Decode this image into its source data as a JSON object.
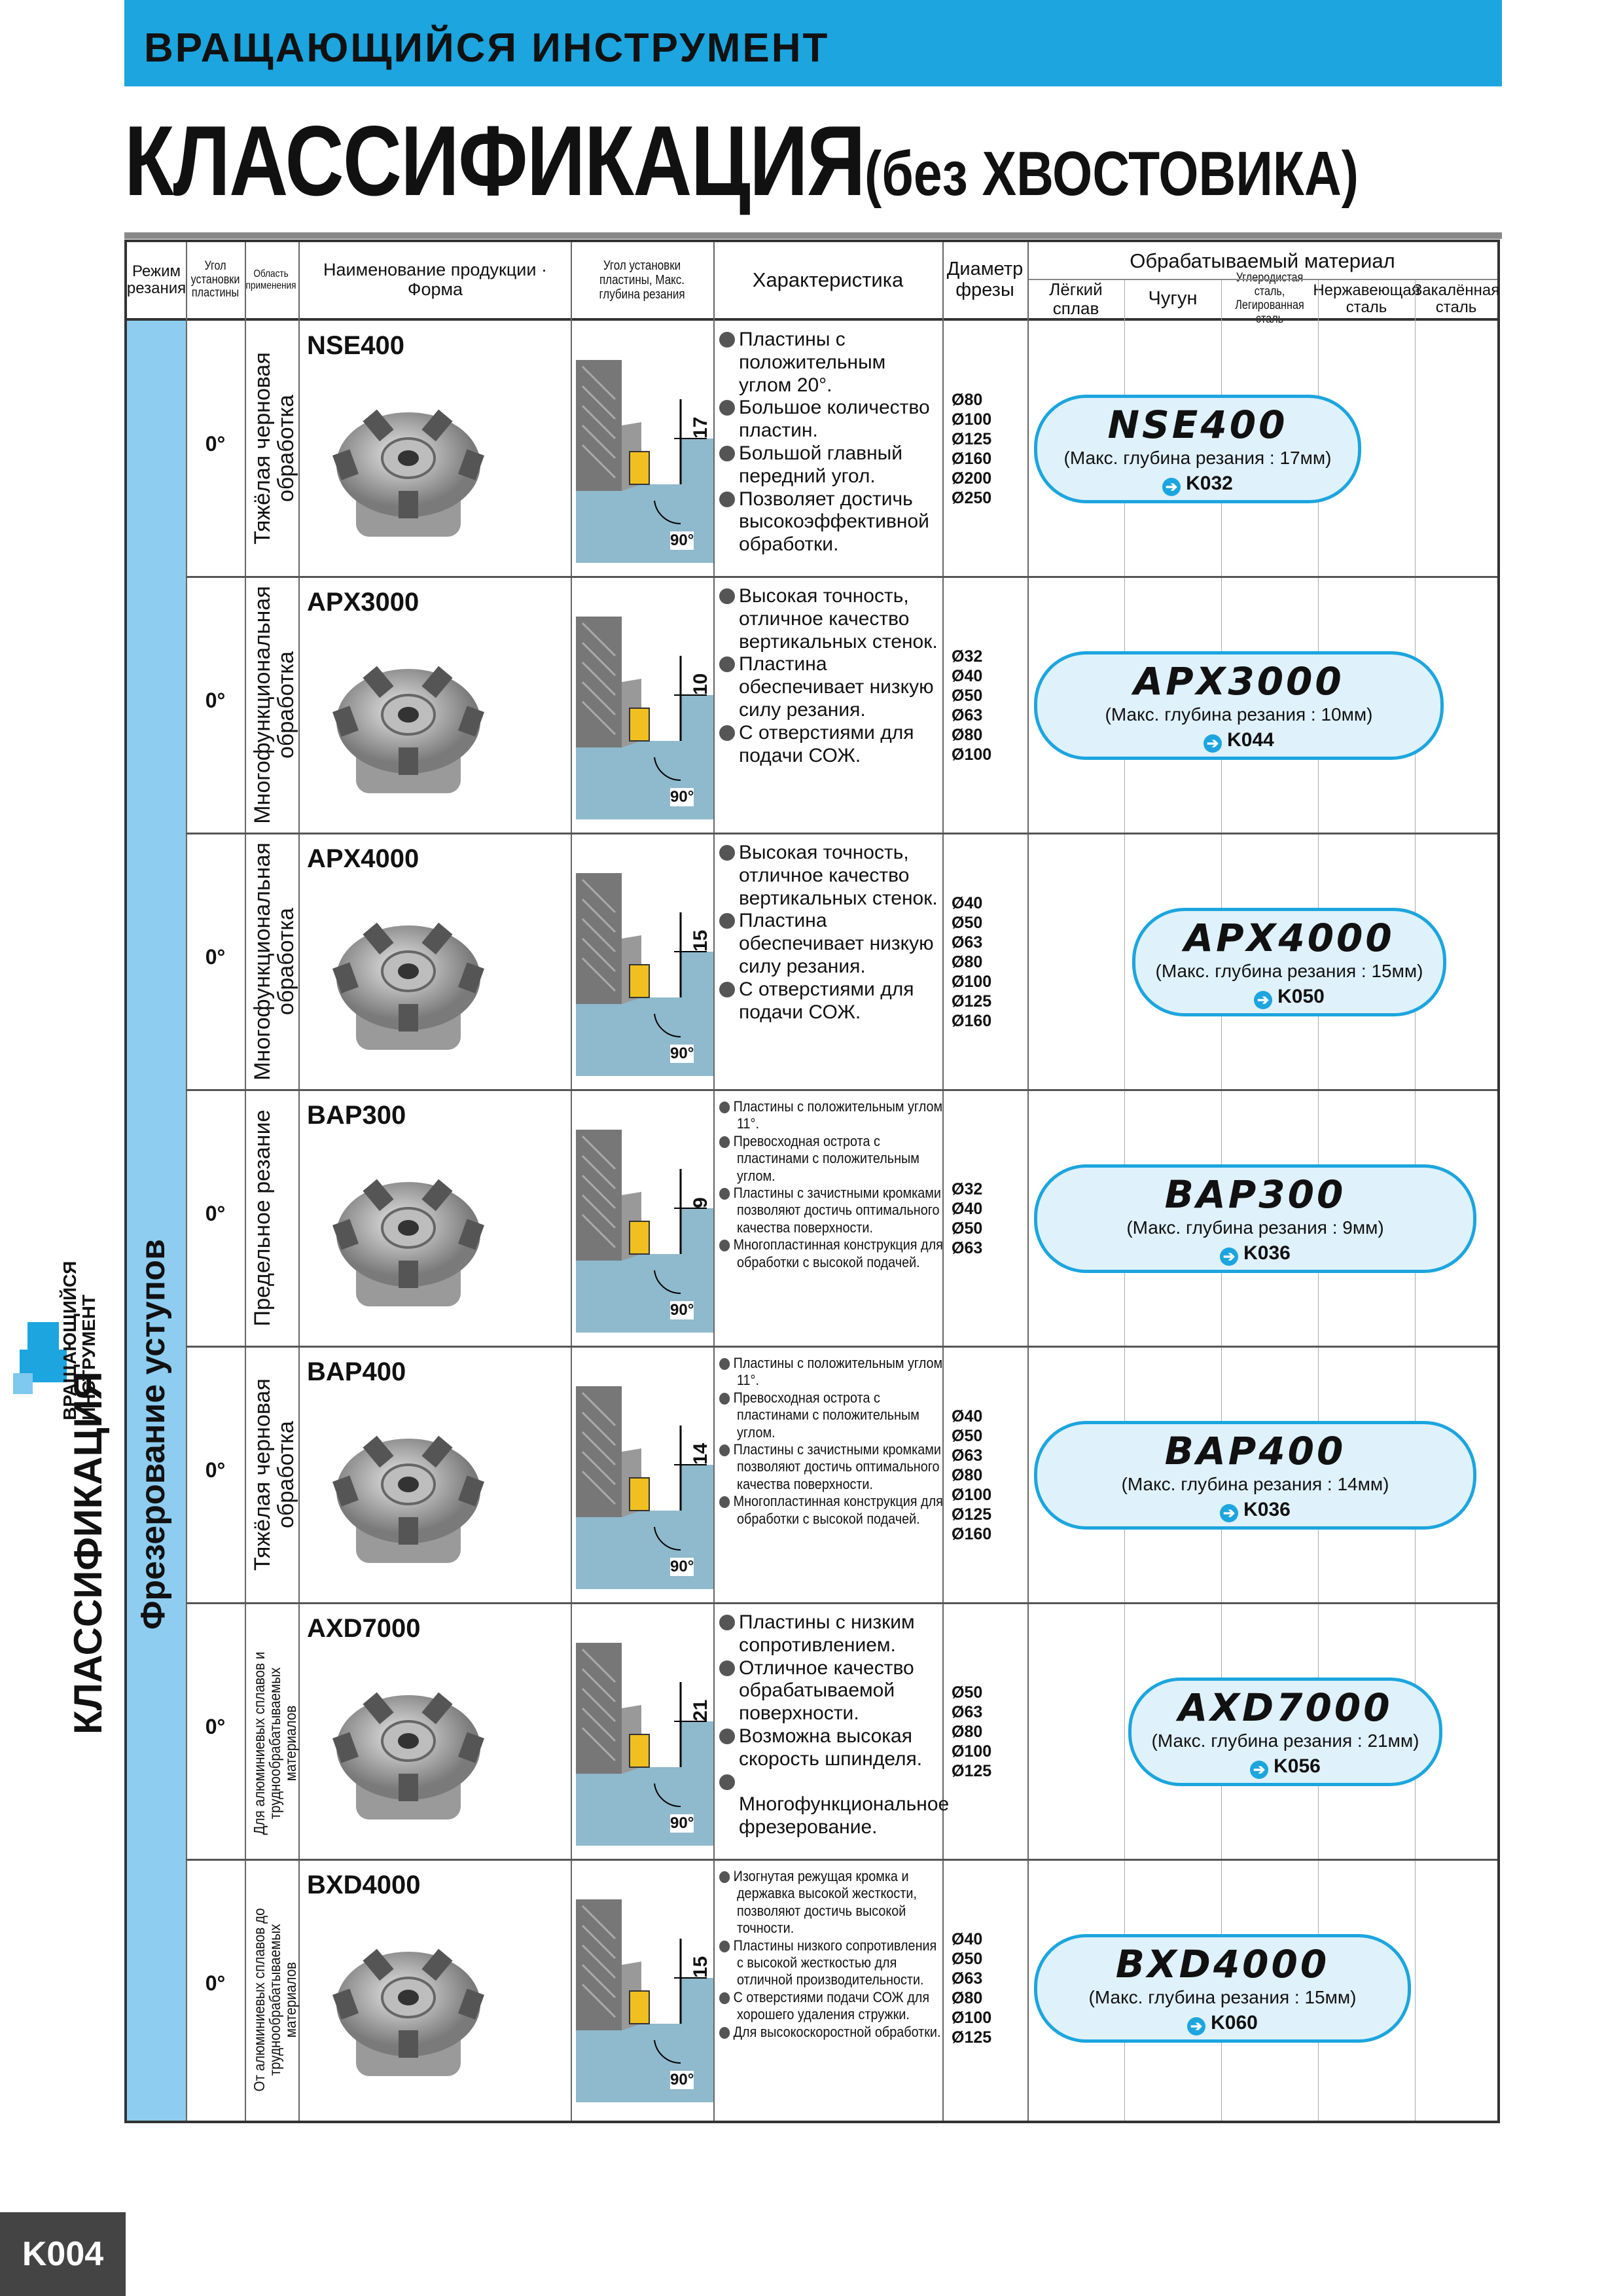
{
  "header": {
    "band_title": "ВРАЩАЮЩИЙСЯ ИНСТРУМЕНТ",
    "title": "КЛАССИФИКАЦИЯ",
    "title_suffix": "(без ХВОСТОВИКА)"
  },
  "side_tab": {
    "small_label_1": "ВРАЩАЮЩИЙСЯ",
    "small_label_2": "ИНСТРУМЕНТ",
    "section_label": "КЛАССИФИКАЦИЯ"
  },
  "page_number": "K004",
  "table_header": {
    "mode": "Режим резания",
    "angle": "Угол установки пластины",
    "area": "Область применения",
    "product": "Наименование продукции · Форма",
    "insert_angle": "Угол установки пластины, Макс. глубина резания",
    "features": "Характеристика",
    "diameter": "Диаметр фрезы",
    "material": "Обрабатываемый материал",
    "materials": [
      "Лёгкий сплав",
      "Чугун",
      "Углеродистая сталь, Легированная сталь",
      "Нержавеющая сталь",
      "Закалённая сталь"
    ]
  },
  "cutting_mode": "Фрезерование уступов",
  "rows": [
    {
      "angle": "0°",
      "area": "Тяжёлая черновая обработка",
      "name": "NSE400",
      "depth": "17",
      "corner": "90°",
      "features": [
        "Пластины с положительным углом 20°.",
        "Большое количество пластин.",
        "Большой главный передний угол.",
        "Позволяет достичь высокоэффективной обработки."
      ],
      "diameters": [
        "Ø80",
        "Ø100",
        "Ø125",
        "Ø160",
        "Ø200",
        "Ø250"
      ],
      "pill_title": "NSE400",
      "pill_desc": "(Макс. глубина резания : 17мм)",
      "pill_ref": "K032"
    },
    {
      "angle": "0°",
      "area": "Многофункциональная обработка",
      "name": "APX3000",
      "depth": "10",
      "corner": "90°",
      "features": [
        "Высокая точность, отличное качество вертикальных стенок.",
        "Пластина обеспечивает низкую силу резания.",
        "С отверстиями для подачи СОЖ."
      ],
      "diameters": [
        "Ø32",
        "Ø40",
        "Ø50",
        "Ø63",
        "Ø80",
        "Ø100"
      ],
      "pill_title": "APX3000",
      "pill_desc": "(Макс. глубина резания : 10мм)",
      "pill_ref": "K044"
    },
    {
      "angle": "0°",
      "area": "Многофункциональная обработка",
      "name": "APX4000",
      "depth": "15",
      "corner": "90°",
      "features": [
        "Высокая точность, отличное качество вертикальных стенок.",
        "Пластина обеспечивает низкую силу резания.",
        "С отверстиями для подачи СОЖ."
      ],
      "diameters": [
        "Ø40",
        "Ø50",
        "Ø63",
        "Ø80",
        "Ø100",
        "Ø125",
        "Ø160"
      ],
      "pill_title": "APX4000",
      "pill_desc": "(Макс. глубина резания : 15мм)",
      "pill_ref": "K050"
    },
    {
      "angle": "0°",
      "area": "Предельное резание",
      "name": "BAP300",
      "depth": "9",
      "corner": "90°",
      "features": [
        "Пластины с положительным углом 11°.",
        "Превосходная острота с пластинами с положительным углом.",
        "Пластины с зачистными кромками позволяют достичь оптимального качества поверхности.",
        "Многопластинная конструкция для обработки с высокой подачей."
      ],
      "diameters": [
        "Ø32",
        "Ø40",
        "Ø50",
        "Ø63"
      ],
      "pill_title": "BAP300",
      "pill_desc": "(Макс. глубина резания : 9мм)",
      "pill_ref": "K036"
    },
    {
      "angle": "0°",
      "area": "Тяжёлая черновая обработка",
      "name": "BAP400",
      "depth": "14",
      "corner": "90°",
      "features": [
        "Пластины с положительным углом 11°.",
        "Превосходная острота с пластинами с положительным углом.",
        "Пластины с зачистными кромками позволяют достичь оптимального качества поверхности.",
        "Многопластинная конструкция для обработки с высокой подачей."
      ],
      "diameters": [
        "Ø40",
        "Ø50",
        "Ø63",
        "Ø80",
        "Ø100",
        "Ø125",
        "Ø160"
      ],
      "pill_title": "BAP400",
      "pill_desc": "(Макс. глубина резания : 14мм)",
      "pill_ref": "K036"
    },
    {
      "angle": "0°",
      "area": "Для алюминиевых сплавов и труднообрабатываемых материалов",
      "name": "AXD7000",
      "depth": "21",
      "corner": "90°",
      "features": [
        "Пластины с низким сопротивлением.",
        "Отличное качество обрабатываемой поверхности.",
        "Возможна высокая скорость шпинделя.",
        "Многофункциональное фрезерование."
      ],
      "diameters": [
        "Ø50",
        "Ø63",
        "Ø80",
        "Ø100",
        "Ø125"
      ],
      "pill_title": "AXD7000",
      "pill_desc": "(Макс. глубина резания : 21мм)",
      "pill_ref": "K056"
    },
    {
      "angle": "0°",
      "area": "От алюминиевых сплавов до труднообрабатываемых материалов",
      "name": "BXD4000",
      "depth": "15",
      "corner": "90°",
      "features": [
        "Изогнутая режущая кромка и державка высокой жесткости, позволяют достичь высокой точности.",
        "Пластины низкого сопротивления с высокой жесткостью для отличной производительности.",
        "С отверстиями подачи СОЖ для хорошего удаления стружки.",
        "Для высокоскоростной обработки."
      ],
      "diameters": [
        "Ø40",
        "Ø50",
        "Ø63",
        "Ø80",
        "Ø100",
        "Ø125"
      ],
      "pill_title": "BXD4000",
      "pill_desc": "(Макс. глубина резания : 15мм)",
      "pill_ref": "K060"
    }
  ]
}
